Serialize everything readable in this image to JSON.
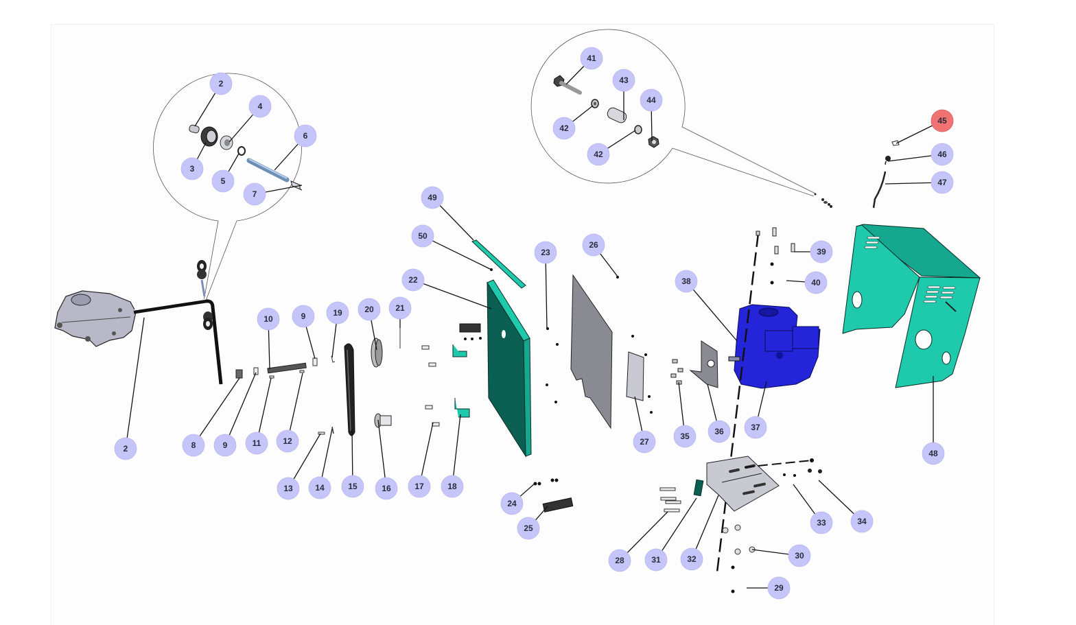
{
  "diagram": {
    "type": "exploded-parts-diagram",
    "colors": {
      "callout_fill": "#c5c5fa",
      "callout_highlight_fill": "#f07272",
      "callout_text": "#2b2b3a",
      "frame_teal": "#1ec9ac",
      "engine_blue": "#2424d8"
    },
    "highlighted_callout": "45",
    "detail_views": [
      {
        "name": "gearbox-shaft-detail",
        "callouts": [
          "2",
          "3",
          "4",
          "5",
          "6",
          "7"
        ]
      },
      {
        "name": "bolt-spacer-detail",
        "callouts": [
          "41",
          "42",
          "42",
          "43",
          "44"
        ]
      }
    ],
    "callouts": [
      {
        "id": "c2a",
        "label": "2"
      },
      {
        "id": "c3",
        "label": "3"
      },
      {
        "id": "c4",
        "label": "4"
      },
      {
        "id": "c5",
        "label": "5"
      },
      {
        "id": "c6",
        "label": "6"
      },
      {
        "id": "c7",
        "label": "7"
      },
      {
        "id": "c2b",
        "label": "2"
      },
      {
        "id": "c8",
        "label": "8"
      },
      {
        "id": "c9a",
        "label": "9"
      },
      {
        "id": "c9b",
        "label": "9"
      },
      {
        "id": "c10",
        "label": "10"
      },
      {
        "id": "c11",
        "label": "11"
      },
      {
        "id": "c12",
        "label": "12"
      },
      {
        "id": "c13",
        "label": "13"
      },
      {
        "id": "c14",
        "label": "14"
      },
      {
        "id": "c15",
        "label": "15"
      },
      {
        "id": "c16",
        "label": "16"
      },
      {
        "id": "c17",
        "label": "17"
      },
      {
        "id": "c18",
        "label": "18"
      },
      {
        "id": "c19",
        "label": "19"
      },
      {
        "id": "c20",
        "label": "20"
      },
      {
        "id": "c21",
        "label": "21"
      },
      {
        "id": "c22",
        "label": "22"
      },
      {
        "id": "c23",
        "label": "23"
      },
      {
        "id": "c24",
        "label": "24"
      },
      {
        "id": "c25",
        "label": "25"
      },
      {
        "id": "c26",
        "label": "26"
      },
      {
        "id": "c27",
        "label": "27"
      },
      {
        "id": "c28",
        "label": "28"
      },
      {
        "id": "c29",
        "label": "29"
      },
      {
        "id": "c30",
        "label": "30"
      },
      {
        "id": "c31",
        "label": "31"
      },
      {
        "id": "c32",
        "label": "32"
      },
      {
        "id": "c33",
        "label": "33"
      },
      {
        "id": "c34",
        "label": "34"
      },
      {
        "id": "c35",
        "label": "35"
      },
      {
        "id": "c36",
        "label": "36"
      },
      {
        "id": "c37",
        "label": "37"
      },
      {
        "id": "c38",
        "label": "38"
      },
      {
        "id": "c39",
        "label": "39"
      },
      {
        "id": "c40",
        "label": "40"
      },
      {
        "id": "c41",
        "label": "41"
      },
      {
        "id": "c42a",
        "label": "42"
      },
      {
        "id": "c42b",
        "label": "42"
      },
      {
        "id": "c43",
        "label": "43"
      },
      {
        "id": "c44",
        "label": "44"
      },
      {
        "id": "c45",
        "label": "45"
      },
      {
        "id": "c46",
        "label": "46"
      },
      {
        "id": "c47",
        "label": "47"
      },
      {
        "id": "c48",
        "label": "48"
      },
      {
        "id": "c49",
        "label": "49"
      },
      {
        "id": "c50",
        "label": "50"
      }
    ]
  }
}
